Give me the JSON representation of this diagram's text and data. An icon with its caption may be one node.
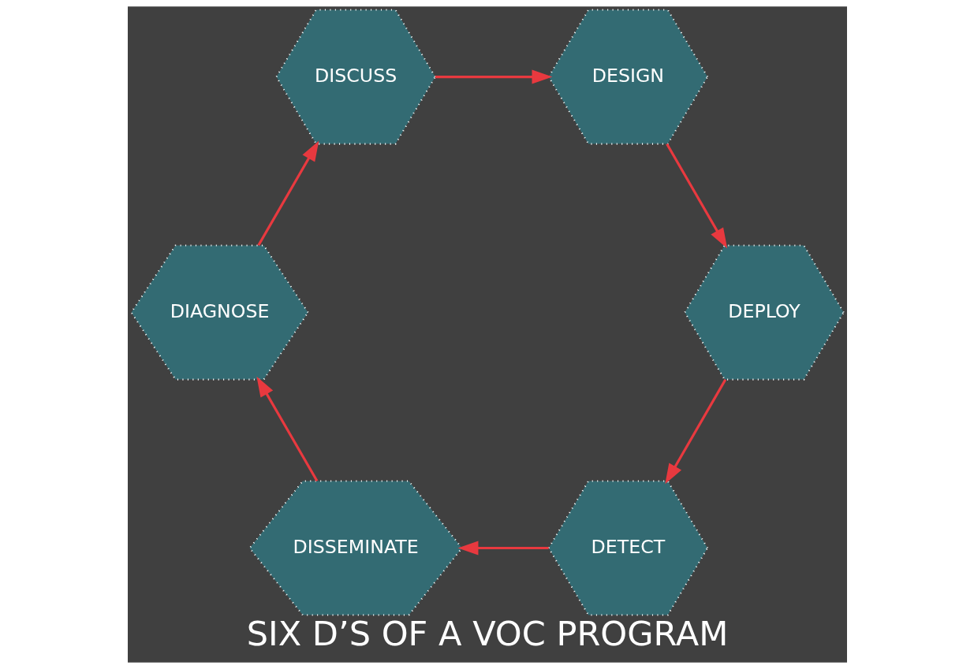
{
  "diagram": {
    "title": "SIX D’S OF A VOC PROGRAM",
    "nodes": [
      {
        "text": [
          "DETECT"
        ]
      },
      {
        "text": [
          "DISSEMINATE"
        ]
      },
      {
        "text": [
          "DIAGNOSE"
        ]
      },
      {
        "text": [
          "DISCUSS"
        ]
      },
      {
        "text": [
          "DESIGN"
        ]
      },
      {
        "text": [
          "DEPLOY"
        ]
      }
    ],
    "edges": [
      {
        "from": 0,
        "to": 1,
        "arrow": "to"
      },
      {
        "from": 1,
        "to": 2,
        "arrow": "to"
      },
      {
        "from": 2,
        "to": 3,
        "arrow": "to"
      },
      {
        "from": 3,
        "to": 4,
        "arrow": "to"
      },
      {
        "from": 4,
        "to": 5,
        "arrow": "to"
      },
      {
        "from": 5,
        "to": 0,
        "arrow": "to"
      }
    ]
  }
}
